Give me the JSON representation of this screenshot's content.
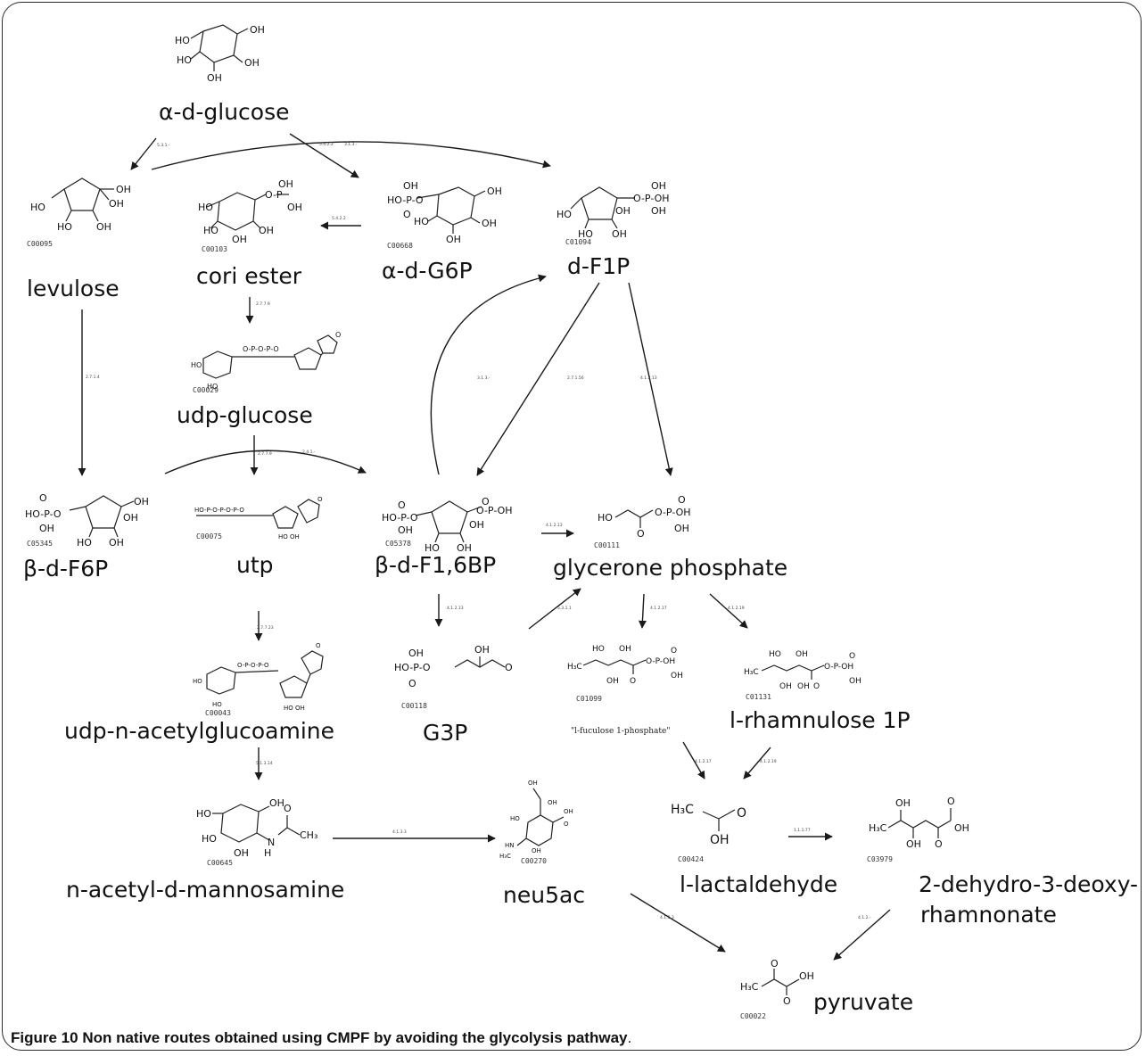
{
  "caption": {
    "label": "Figure 10",
    "text": "Non native routes obtained using CMPF by avoiding the glycolysis pathway",
    "end": "."
  },
  "nodes": {
    "alpha_d_glucose": {
      "name": "α-d-glucose",
      "code": ""
    },
    "levulose": {
      "name": "levulose",
      "code": "C00095"
    },
    "cori_ester": {
      "name": "cori ester",
      "code": "C00103"
    },
    "alpha_d_g6p": {
      "name": "α-d-G6P",
      "code": "C00668"
    },
    "d_f1p": {
      "name": "d-F1P",
      "code": "C01094"
    },
    "udp_glucose": {
      "name": "udp-glucose",
      "code": "C00029"
    },
    "beta_d_f6p": {
      "name": "β-d-F6P",
      "code": "C05345"
    },
    "utp": {
      "name": "utp",
      "code": "C00075"
    },
    "beta_d_f16bp": {
      "name": "β-d-F1,6BP",
      "code": "C05378"
    },
    "glycerone_phosphate": {
      "name": "glycerone phosphate",
      "code": "C00111"
    },
    "udp_n_acetylglucoamine": {
      "name": "udp-n-acetylglucoamine",
      "code": "C00043"
    },
    "g3p": {
      "name": "G3P",
      "code": "C00118"
    },
    "l_fuculose_1p": {
      "name": "\"l-fuculose 1-phosphate\"",
      "code": "C01099"
    },
    "l_rhamnulose_1p": {
      "name": "l-rhamnulose 1P",
      "code": "C01131"
    },
    "n_acetyl_d_mannosamine": {
      "name": "n-acetyl-d-mannosamine",
      "code": "C00645"
    },
    "neu5ac": {
      "name": "neu5ac",
      "code": "C00270"
    },
    "l_lactaldehyde": {
      "name": "l-lactaldehyde",
      "code": "C00424"
    },
    "dehydro_deoxy_rhamnonate": {
      "name_line1": "2-dehydro-3-deoxy-",
      "name_line2": "rhamnonate",
      "code": "C03979"
    },
    "pyruvate": {
      "name": "pyruvate",
      "code": "C00022"
    }
  },
  "edge_labels": {
    "glc_lev": "5.3.1.-",
    "glc_g6p": "5.4.2.2",
    "glc_f1p": "3.1.3.-",
    "g6p_cori": "5.4.2.2",
    "cori_udp": "2.7.7.9",
    "lev_f6p": "2.7.1.4",
    "udp_f16bp": "2.4.1.-",
    "udp_utp": "2.7.7.9",
    "f16bp_f1p": "3.1.3.-",
    "f1p_f16bp": "2.7.1.56",
    "f1p_gp": "4.1.2.13",
    "f16bp_gp": "4.1.2.13",
    "f16bp_g3p": "4.1.2.13",
    "utp_udpnag": "2.7.7.23",
    "g3p_gp": "5.3.1.1",
    "gp_fuc": "4.1.2.17",
    "gp_rha": "4.1.2.19",
    "udpnag_nam": "5.1.3.14",
    "nam_neu": "4.1.3.3",
    "fuc_lact": "4.1.2.17",
    "rha_lact": "4.1.2.19",
    "lact_dehydro": "1.1.1.77",
    "neu_pyr": "4.1.3.3",
    "dehydro_pyr": "4.1.2.-"
  }
}
